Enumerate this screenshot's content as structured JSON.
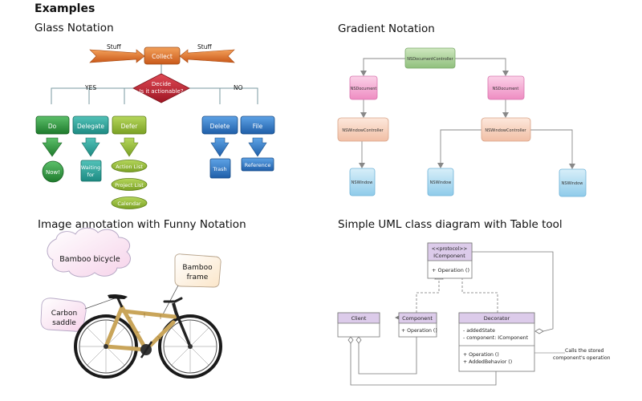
{
  "page": {
    "heading": "Examples",
    "sections": {
      "glass": "Glass Notation",
      "gradient": "Gradient Notation",
      "funny": "Image annotation with Funny Notation",
      "uml": "Simple UML class diagram with Table tool"
    }
  },
  "glass": {
    "stuff_left": "Stuff",
    "stuff_right": "Stuff",
    "collect": "Collect",
    "decide_line1": "Decide",
    "decide_line2": "Is it actionable?",
    "yes": "YES",
    "no": "NO",
    "do": "Do",
    "delegate": "Delegate",
    "defer": "Defer",
    "delete": "Delete",
    "file": "File",
    "now": "Now!",
    "waiting_line1": "Waiting",
    "waiting_line2": "for",
    "action_list": "Action List",
    "project_list": "Project List",
    "calendar": "Calendar",
    "trash": "Trash",
    "reference": "Reference"
  },
  "gradient": {
    "doc_controller": "NSDocumentController",
    "document_left": "NSDocument",
    "document_right": "NSDocument",
    "wc_left": "NSWindowController",
    "wc_right": "NSWindowController",
    "window_1": "NSWindow",
    "window_2": "NSWindow",
    "window_3": "NSWindow"
  },
  "funny": {
    "cloud": "Bamboo bicycle",
    "frame_line1": "Bamboo",
    "frame_line2": "frame",
    "saddle_line1": "Carbon",
    "saddle_line2": "saddle"
  },
  "uml": {
    "icomponent_stereo": "<<protocol>>",
    "icomponent_name": "IComponent",
    "icomponent_op": "+ Operation ()",
    "client": "Client",
    "component": "Component",
    "component_op": "+ Operation ()",
    "decorator": "Decorator",
    "decorator_attr1": "- addedState",
    "decorator_attr2": "- component: IComponent",
    "decorator_op1": "+ Operation ()",
    "decorator_op2": "+ AddedBehavior ()",
    "note_line1": "Calls the stored",
    "note_line2": "component's operation"
  },
  "colors": {
    "orange": "#d96b1e",
    "crimson": "#b5202e",
    "green": "#2e8b3a",
    "teal": "#2a9a92",
    "olive": "#8fb230",
    "blue": "#2b6fb8",
    "pink": "#f3a8d0",
    "peach": "#f6d2c0",
    "skyblue": "#a9d8ef",
    "lavender": "#dccbea"
  }
}
